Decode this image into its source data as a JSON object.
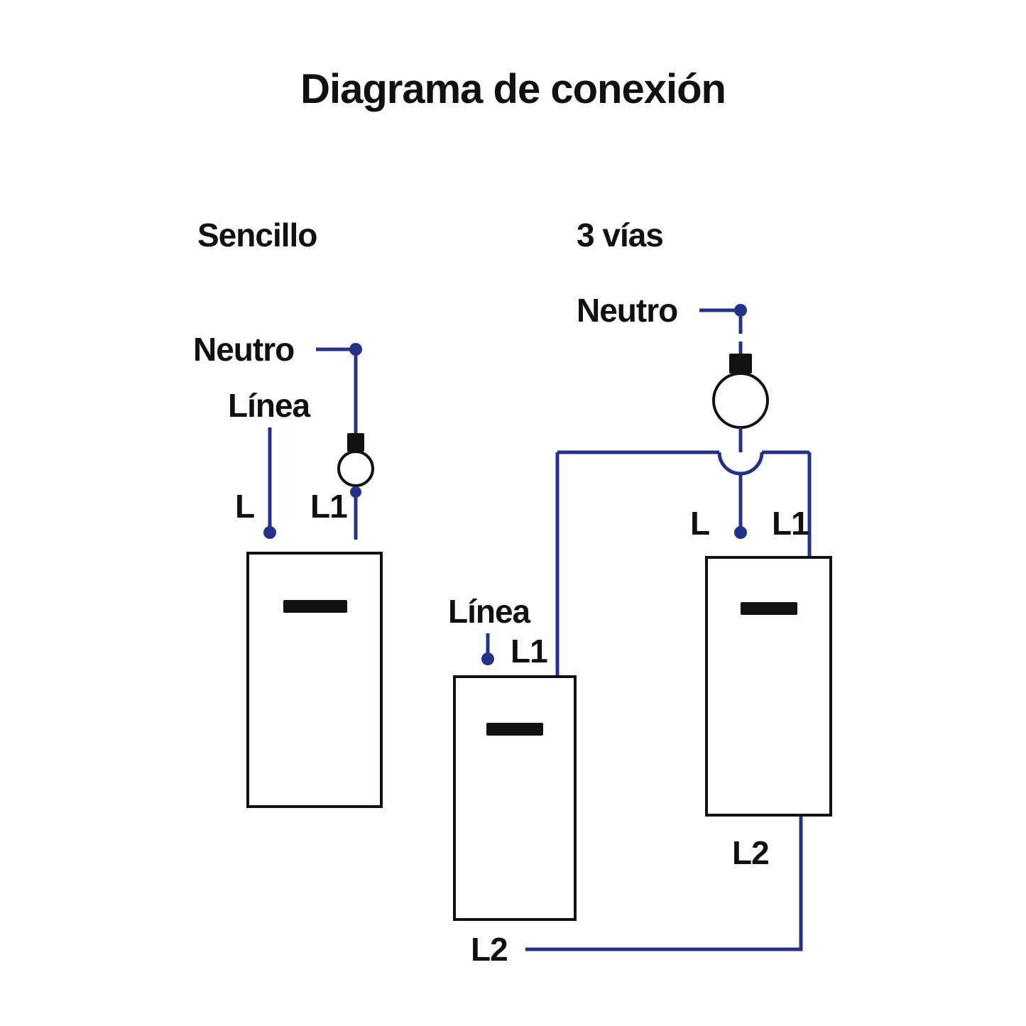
{
  "title": "Diagrama de conexión",
  "colors": {
    "wire": "#233189",
    "ink": "#111111",
    "bg": "#ffffff"
  },
  "sencillo": {
    "heading": "Sencillo",
    "labels": {
      "neutro": "Neutro",
      "linea": "Línea",
      "l": "L",
      "l1": "L1"
    }
  },
  "tres_vias": {
    "heading": "3 vías",
    "labels": {
      "neutro": "Neutro",
      "linea": "Línea",
      "sw1_l1": "L1",
      "sw1_l2": "L2",
      "sw2_l": "L",
      "sw2_l1": "L1",
      "sw2_l2": "L2"
    }
  }
}
